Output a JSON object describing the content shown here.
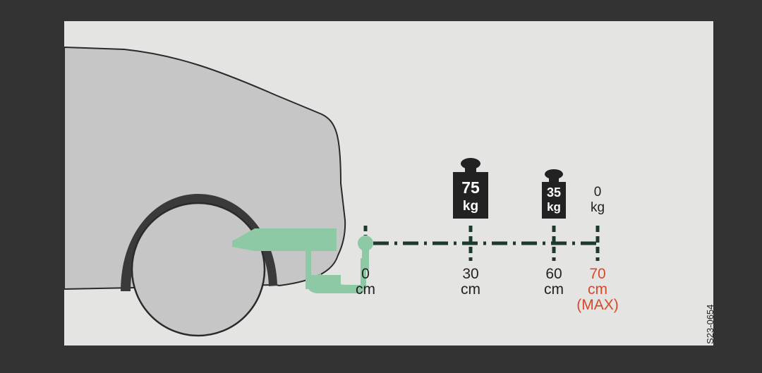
{
  "diagram": {
    "hitch_color": "#8ec9a5",
    "marker_line_color": "#1e3a2c",
    "max_color": "#d9472b",
    "weight_color": "#222222",
    "points": [
      {
        "distance": "0",
        "unit": "cm",
        "weight": null,
        "weight_unit": null,
        "note": ""
      },
      {
        "distance": "30",
        "unit": "cm",
        "weight": "75",
        "weight_unit": "kg",
        "note": ""
      },
      {
        "distance": "60",
        "unit": "cm",
        "weight": "35",
        "weight_unit": "kg",
        "note": ""
      },
      {
        "distance": "70",
        "unit": "cm",
        "weight": "0",
        "weight_unit": "kg",
        "note": "(MAX)"
      }
    ],
    "reference_code": "S23-0654"
  }
}
